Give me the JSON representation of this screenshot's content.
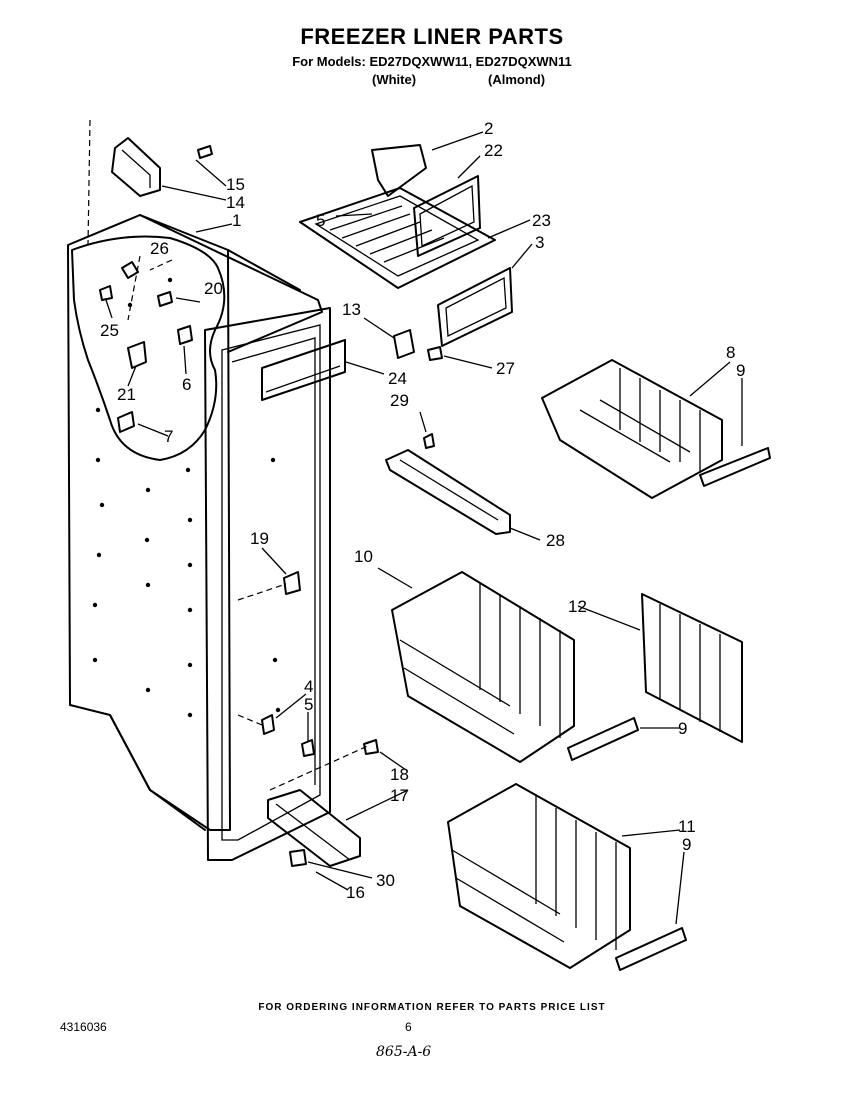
{
  "header": {
    "title": "FREEZER LINER PARTS",
    "models_line": "For Models: ED27DQXWW11, ED27DQXWN11",
    "variant_white": "(White)",
    "variant_almond": "(Almond)"
  },
  "callouts": {
    "c1": "1",
    "c2": "2",
    "c3": "3",
    "c4": "4",
    "c5a": "5",
    "c5b": "5",
    "c6": "6",
    "c7": "7",
    "c8": "8",
    "c9a": "9",
    "c9b": "9",
    "c9c": "9",
    "c10": "10",
    "c11": "11",
    "c12": "12",
    "c13": "13",
    "c14": "14",
    "c15": "15",
    "c16": "16",
    "c17": "17",
    "c18": "18",
    "c19": "19",
    "c20": "20",
    "c21": "21",
    "c22": "22",
    "c23": "23",
    "c24": "24",
    "c25": "25",
    "c26": "26",
    "c27": "27",
    "c28": "28",
    "c29": "29",
    "c30": "30"
  },
  "footer": {
    "ordering_note": "FOR ORDERING INFORMATION REFER TO PARTS PRICE LIST",
    "doc_number": "4316036",
    "page_number": "6",
    "handwritten": "865-A-6"
  }
}
